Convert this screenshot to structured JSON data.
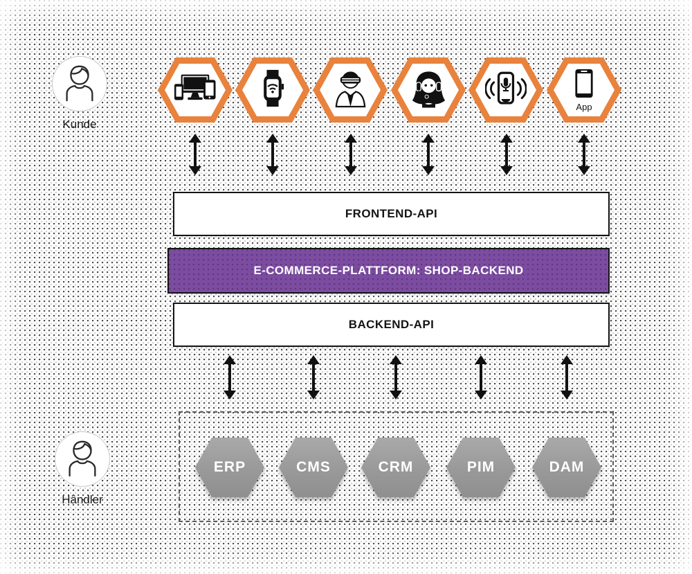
{
  "diagram": {
    "actors": {
      "customer": {
        "label": "Kunde"
      },
      "merchant": {
        "label": "Händler"
      }
    },
    "channels": [
      {
        "name": "devices",
        "icon": "devices-icon"
      },
      {
        "name": "smartwatch",
        "icon": "smartwatch-icon"
      },
      {
        "name": "vr-headset",
        "icon": "vr-headset-icon"
      },
      {
        "name": "customer-support",
        "icon": "support-agent-icon"
      },
      {
        "name": "voice-assistant",
        "icon": "voice-assistant-icon"
      },
      {
        "name": "mobile-app",
        "icon": "smartphone-icon",
        "label": "App"
      }
    ],
    "layers": {
      "frontend_api": {
        "label": "FRONTEND-API"
      },
      "platform": {
        "label": "E-COMMERCE-PLATTFORM: SHOP-BACKEND"
      },
      "backend_api": {
        "label": "BACKEND-API"
      }
    },
    "backend_systems": [
      {
        "label": "ERP"
      },
      {
        "label": "CMS"
      },
      {
        "label": "CRM"
      },
      {
        "label": "PIM"
      },
      {
        "label": "DAM"
      }
    ],
    "colors": {
      "accent_orange": "#E8823D",
      "accent_purple": "#7C4CA0",
      "hex_gray": "#9C9C9C",
      "arrow_black": "#111111"
    }
  }
}
